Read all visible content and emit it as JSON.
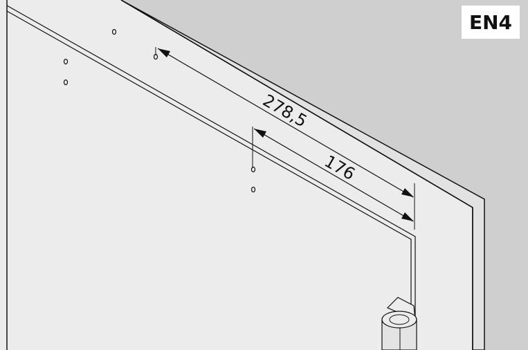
{
  "label": {
    "code": "EN4"
  },
  "dimensions": {
    "outer": "278,5",
    "inner": "176"
  },
  "colors": {
    "background": "#cfcfcf",
    "panel": "#ececec",
    "line": "#111111"
  }
}
